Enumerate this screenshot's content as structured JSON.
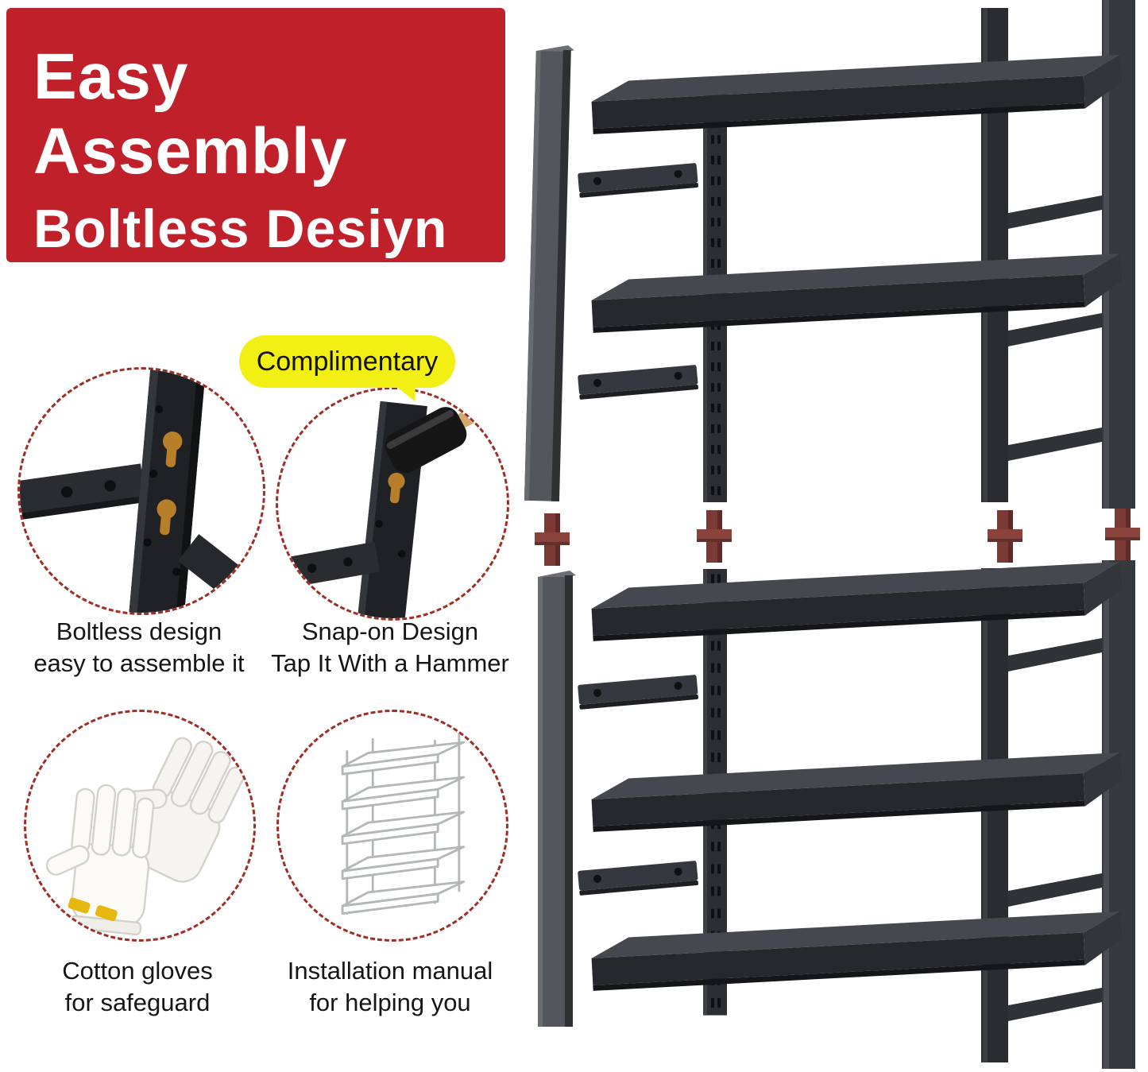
{
  "banner": {
    "line1": "Easy Assembly",
    "line2": "Boltless Desiyn"
  },
  "bubble": {
    "text": "Complimentary"
  },
  "features": [
    {
      "caption_line1": "Boltless design",
      "caption_line2": "easy to assemble it"
    },
    {
      "caption_line1": "Snap-on Design",
      "caption_line2": "Tap It With a Hammer"
    },
    {
      "caption_line1": "Cotton gloves",
      "caption_line2": "for safeguard"
    },
    {
      "caption_line1": "Installation manual",
      "caption_line2": "for helping you"
    }
  ],
  "colors": {
    "banner_bg": "#c0202a",
    "bubble_bg": "#f2ef14",
    "circle_border": "#9e2f27",
    "connector": "#7c3a36",
    "shelf_top": "#45484e",
    "shelf_front": "#26282c",
    "keyhole": "#b87f2a",
    "glove_trim": "#e6b70e"
  }
}
